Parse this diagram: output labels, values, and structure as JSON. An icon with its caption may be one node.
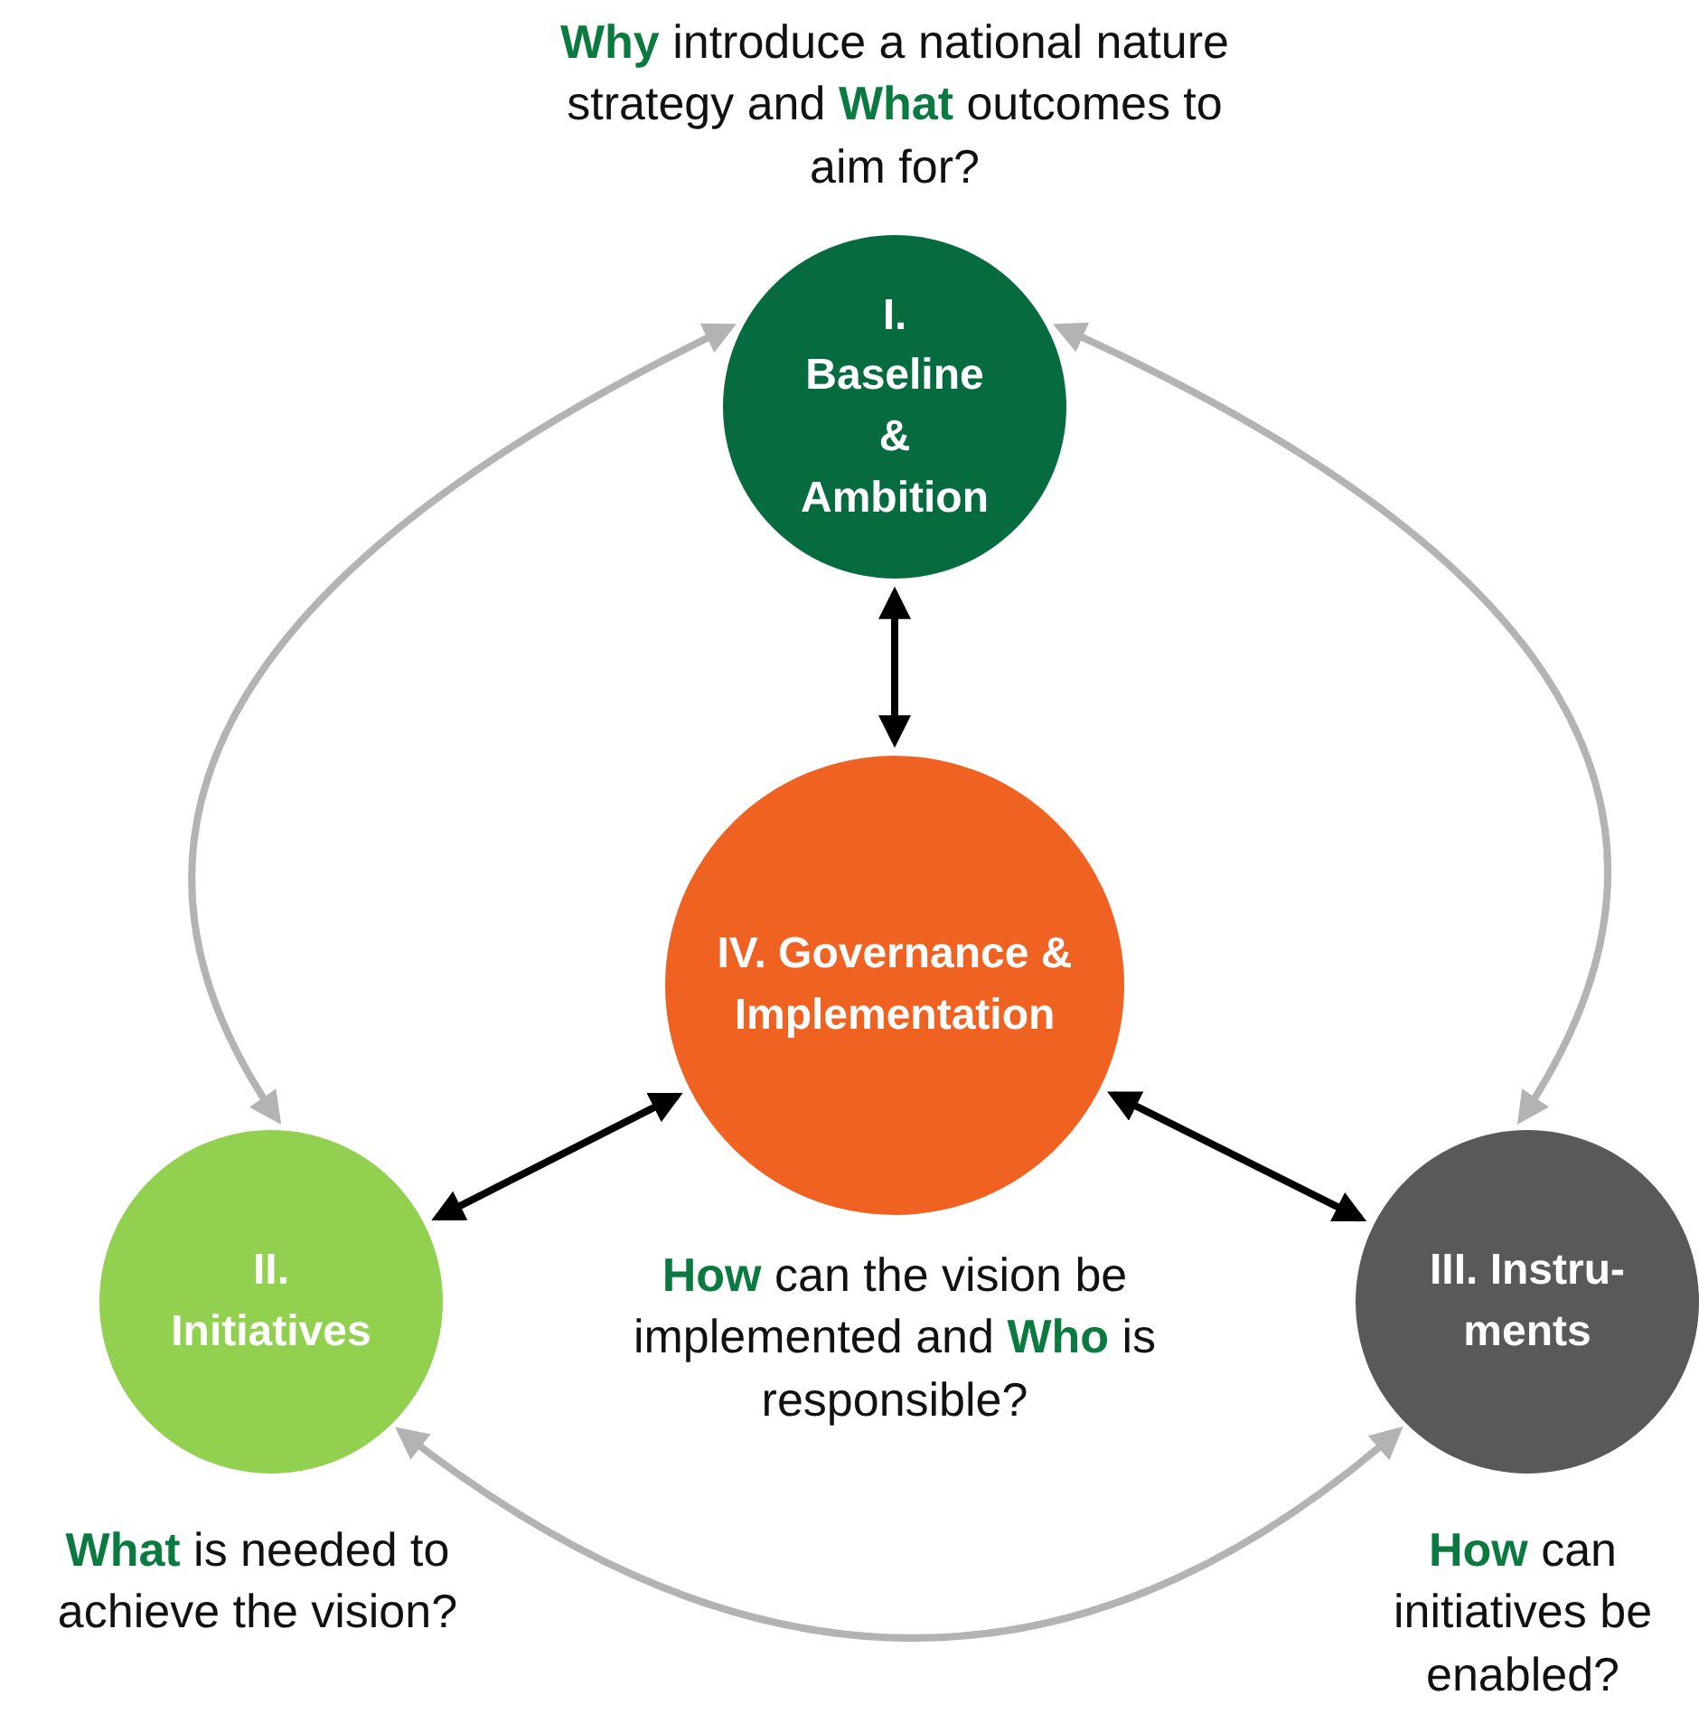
{
  "diagram": {
    "nodes": [
      {
        "text": [
          "I. Baseline & Ambition"
        ],
        "beside": [
          "**Why** introduce a national nature strategy and **What** outcomes to aim for?"
        ]
      },
      {
        "text": [
          "IV. Governance & Implementation"
        ],
        "beside": [
          "**How** can the vision be implemented and **Who** is responsible?"
        ]
      },
      {
        "text": [
          "II. Initiatives"
        ],
        "beside": [
          "**What** is needed to achieve the vision?"
        ]
      },
      {
        "text": [
          "III. Instru- ments"
        ],
        "beside": [
          "**How** can initiatives be enabled?"
        ]
      }
    ],
    "edges": [
      {
        "from": 0,
        "to": 2,
        "arrow": "both",
        "color": "#b3b3b3"
      },
      {
        "from": 0,
        "to": 3,
        "arrow": "both",
        "color": "#b3b3b3"
      },
      {
        "from": 2,
        "to": 3,
        "arrow": "both",
        "color": "#b3b3b3"
      },
      {
        "from": 0,
        "to": 1,
        "arrow": "both",
        "color": "#000000"
      },
      {
        "from": 1,
        "to": 2,
        "arrow": "both",
        "color": "#000000"
      },
      {
        "from": 1,
        "to": 3,
        "arrow": "both",
        "color": "#000000"
      }
    ]
  }
}
